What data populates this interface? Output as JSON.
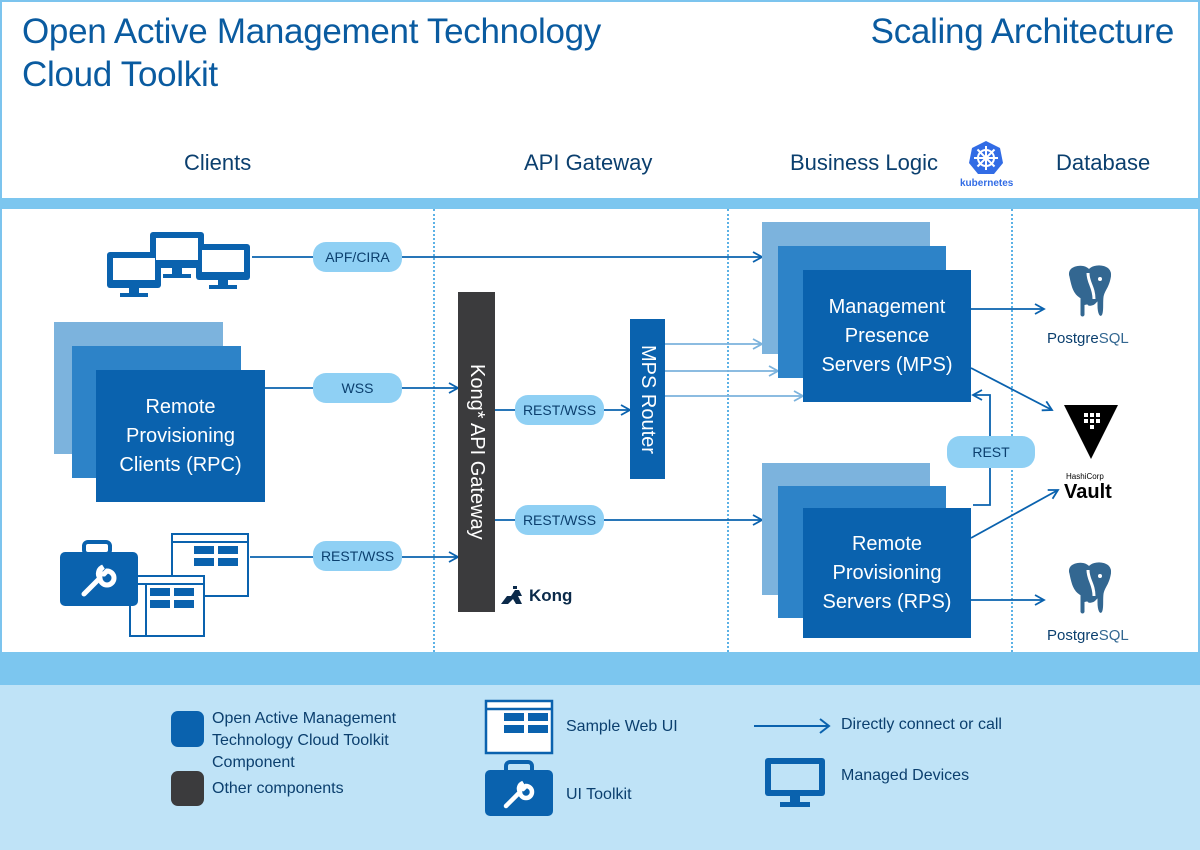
{
  "header": {
    "title": "Open Active Management Technology\nCloud Toolkit",
    "subtitle": "Scaling Architecture"
  },
  "columns": {
    "clients": "Clients",
    "api_gateway": "API Gateway",
    "business_logic": "Business Logic",
    "database": "Database",
    "kubernetes_label": "kubernetes"
  },
  "connections": {
    "apf_cira": "APF/CIRA",
    "wss": "WSS",
    "rest_wss_client": "REST/WSS",
    "rest_wss_router": "REST/WSS",
    "rest_wss_rps": "REST/WSS",
    "rest": "REST"
  },
  "components": {
    "rpc": "Remote\nProvisioning\nClients (RPC)",
    "kong_gateway": "Kong* API Gateway",
    "kong_logo": "Kong",
    "mps_router": "MPS Router",
    "mps": "Management\nPresence\nServers (MPS)",
    "rps": "Remote\nProvisioning\nServers (RPS)"
  },
  "databases": {
    "postgres_top": {
      "prefix": "Postgre",
      "suffix": "SQL"
    },
    "postgres_bottom": {
      "prefix": "Postgre",
      "suffix": "SQL"
    },
    "vault_small": "HashiCorp",
    "vault": "Vault"
  },
  "legend": {
    "component": "Open Active Management\nTechnology Cloud Toolkit\nComponent",
    "other": "Other components",
    "sample_web_ui": "Sample Web UI",
    "ui_toolkit": "UI Toolkit",
    "direct": "Directly connect or call",
    "managed": "Managed Devices"
  },
  "colors": {
    "primary_blue": "#0a62ae",
    "mid_blue": "#2d83c8",
    "light_blue": "#7cb3dd",
    "pill": "#8fd0f4",
    "dark_component": "#3b3b3d",
    "band": "#7cc6ef",
    "legend_bg": "#bfe3f7"
  },
  "icons": [
    "monitor-icon",
    "toolkit-icon",
    "web-ui-icon",
    "kubernetes-icon",
    "postgresql-elephant-icon",
    "vault-icon",
    "kong-icon",
    "arrow-icon"
  ]
}
